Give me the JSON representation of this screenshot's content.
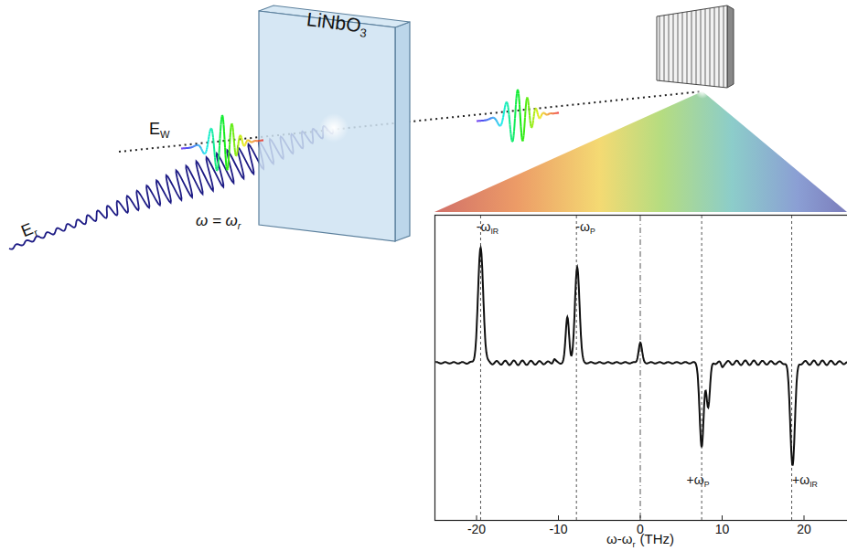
{
  "diagram": {
    "labels": [
      "LiNbO",
      "3",
      "E",
      "W",
      "E",
      "r",
      "ω = ω",
      "r",
      "-ω",
      "IR",
      "-ω",
      "P",
      "+ω",
      "P",
      "+ω",
      "IR",
      "-20",
      "-10",
      "0",
      "10",
      "20",
      "ω-ω",
      "r",
      "(THz)"
    ]
  }
}
